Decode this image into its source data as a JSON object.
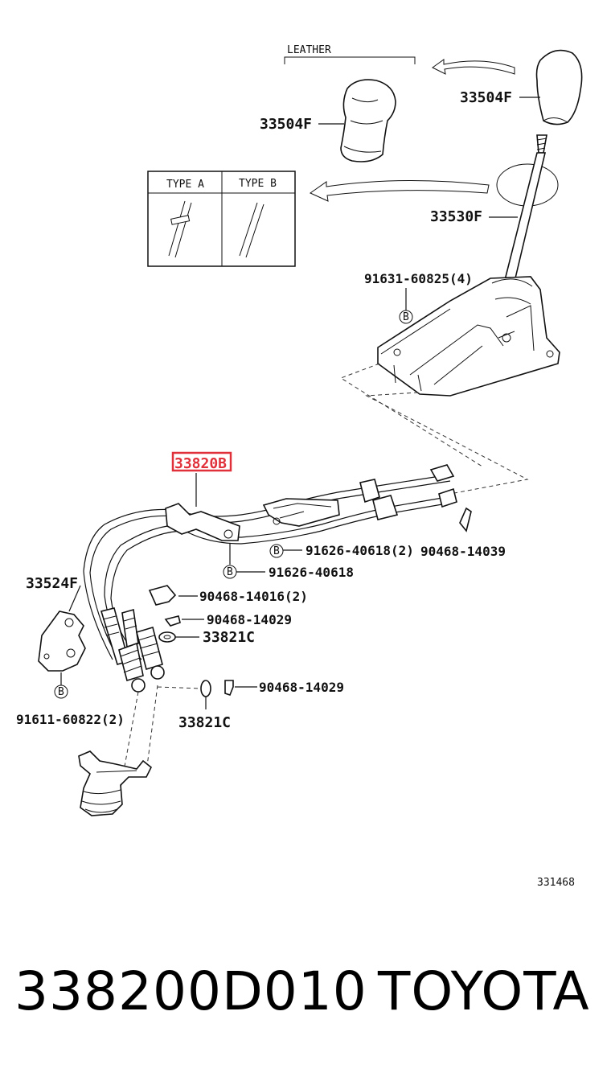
{
  "diagram": {
    "leather_label": "LEATHER",
    "type_a_label": "TYPE A",
    "type_b_label": "TYPE B",
    "figure_number": "331468",
    "highlight_color": "#e0303a",
    "callouts": {
      "knob_leather": "33504F",
      "knob_standard": "33504F",
      "lever": "33530F",
      "housing_bolt": "91631-60825(4)",
      "cable_assy": "33820B",
      "cable_bolt_2": "91626-40618(2)",
      "clip_upper": "90468-14039",
      "cable_bolt": "91626-40618",
      "bracket": "33524F",
      "clip_2": "90468-14016(2)",
      "clip_mid": "90468-14029",
      "bushing_upper": "33821C",
      "bushing_lower": "33821C",
      "clip_lower": "90468-14029",
      "bracket_bolt": "91611-60822(2)"
    },
    "bolt_marker": "B"
  },
  "footer": {
    "part_number": "338200D010",
    "brand": "TOYOTA"
  }
}
